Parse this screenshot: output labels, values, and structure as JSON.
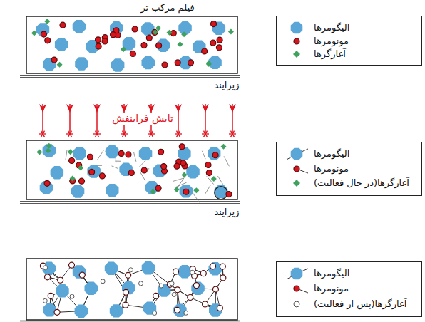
{
  "diagram": {
    "labels": [
      "فیلم مرکب تر",
      "زیرایند",
      "تابش فرابنفش",
      "زیرایند"
    ],
    "legend": [
      {
        "text": "الیگومرها",
        "color": "#5aa6d6"
      },
      {
        "text": "مونومرها",
        "color": "#d8141c"
      },
      {
        "text": "آغازگرها",
        "color": "#3ea25e"
      },
      {
        "text": "الیگومرها",
        "color": "#5aa6d6"
      },
      {
        "text": "مونومرها",
        "color": "#d8141c"
      },
      {
        "text": "آغازگرها(در حال فعالیت)",
        "color": "#3ea25e"
      },
      {
        "text": "الیگومرها",
        "color": "#5aa6d6"
      },
      {
        "text": "مونومرها",
        "color": "#d8141c"
      },
      {
        "text": "آغازگرها(پس از فعالیت)",
        "color": "#ffffff"
      }
    ]
  }
}
